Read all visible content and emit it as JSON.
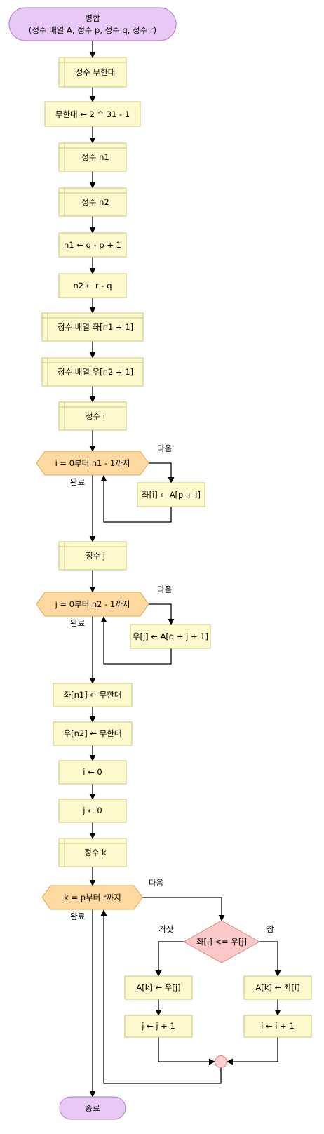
{
  "colors": {
    "terminal_fill": "#e8c9f5",
    "terminal_stroke": "#a77bc4",
    "box_fill": "#fffacd",
    "box_stroke": "#c8c47a",
    "loop_fill": "#fdd9a0",
    "loop_stroke": "#d9a957",
    "decision_fill": "#fbc8c8",
    "decision_stroke": "#d78a8a",
    "connector_fill": "#fbd0d0",
    "line": "#000000"
  },
  "nodes": {
    "start_title": "병합",
    "start_params": "(정수 배열 A, 정수 p, 정수 q, 정수 r)",
    "decl_inf": "정수 무한대",
    "assign_inf": "무한대 ← 2 ^ 31 - 1",
    "decl_n1": "정수 n1",
    "decl_n2": "정수 n2",
    "assign_n1": "n1 ← q - p + 1",
    "assign_n2": "n2 ← r - q",
    "decl_left": "정수 배열 좌[n1 + 1]",
    "decl_right": "정수 배열 우[n2 + 1]",
    "decl_i": "정수 i",
    "loop_i": "i = 0부터 n1 - 1까지",
    "assign_left_i": "좌[i] ← A[p + i]",
    "decl_j": "정수 j",
    "loop_j": "j = 0부터 n2 - 1까지",
    "assign_right_j": "우[j] ← A[q + j + 1]",
    "assign_left_sentinel": "좌[n1] ← 무한대",
    "assign_right_sentinel": "우[n2] ← 무한대",
    "assign_i0": "i ← 0",
    "assign_j0": "j ← 0",
    "decl_k": "정수 k",
    "loop_k": "k = p부터 r까지",
    "cond": "좌[i] <= 우[j]",
    "assign_ak_right": "A[k] ← 우[j]",
    "assign_ak_left": "A[k] ← 좌[i]",
    "inc_j": "j ← j + 1",
    "inc_i": "i ← i + 1",
    "end": "종료"
  },
  "edges": {
    "next_1": "다음",
    "done_1": "완료",
    "next_2": "다음",
    "done_2": "완료",
    "next_3": "다음",
    "done_3": "완료",
    "false_label": "거짓",
    "true_label": "참"
  }
}
